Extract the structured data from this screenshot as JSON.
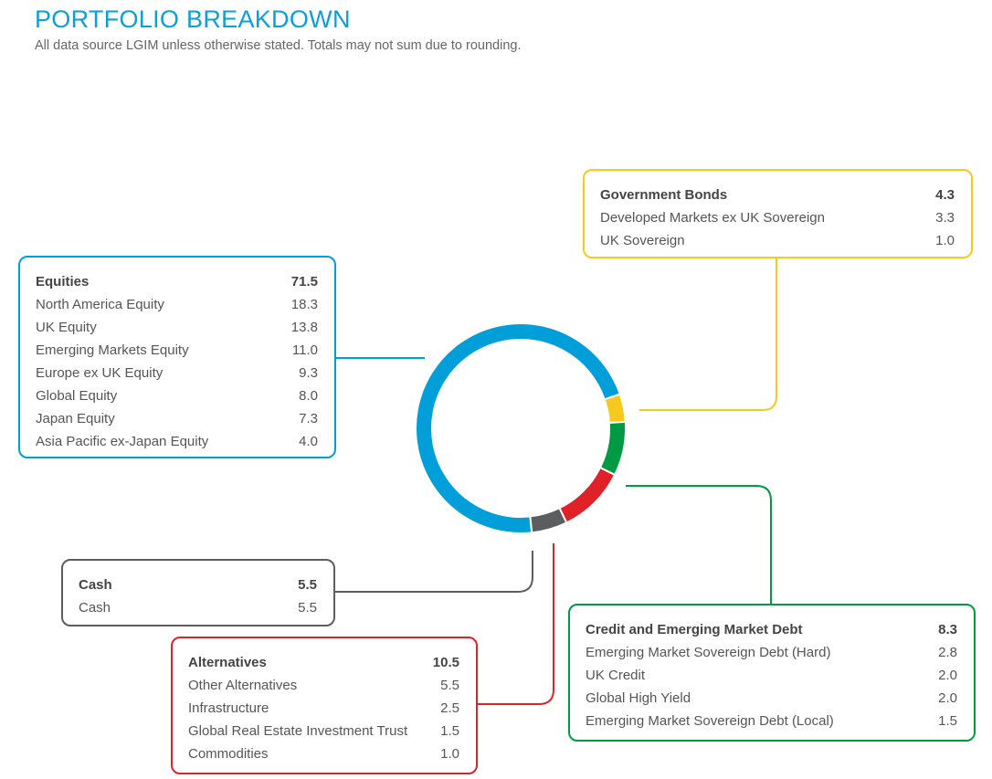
{
  "header": {
    "title": "PORTFOLIO BREAKDOWN",
    "subtitle": "All data source LGIM unless otherwise stated. Totals may not sum due to rounding."
  },
  "chart_data": {
    "type": "pie",
    "donut": true,
    "slices": [
      {
        "name": "Equities",
        "value": 71.5,
        "color": "#009fda"
      },
      {
        "name": "Government Bonds",
        "value": 4.3,
        "color": "#f7c91f"
      },
      {
        "name": "Credit and Emerging Market Debt",
        "value": 8.3,
        "color": "#009a44"
      },
      {
        "name": "Alternatives",
        "value": 10.5,
        "color": "#e02228"
      },
      {
        "name": "Cash",
        "value": 5.5,
        "color": "#5b5d5e"
      }
    ]
  },
  "boxes": {
    "equities": {
      "title": "Equities",
      "total": "71.5",
      "color": "#009fda",
      "items": [
        {
          "label": "North America Equity",
          "value": "18.3"
        },
        {
          "label": "UK Equity",
          "value": "13.8"
        },
        {
          "label": "Emerging Markets Equity",
          "value": "11.0"
        },
        {
          "label": "Europe ex UK Equity",
          "value": "9.3"
        },
        {
          "label": "Global Equity",
          "value": "8.0"
        },
        {
          "label": "Japan Equity",
          "value": "7.3"
        },
        {
          "label": "Asia Pacific ex-Japan Equity",
          "value": "4.0"
        }
      ]
    },
    "government_bonds": {
      "title": "Government Bonds",
      "total": "4.3",
      "color": "#f7c91f",
      "items": [
        {
          "label": "Developed Markets ex UK Sovereign",
          "value": "3.3"
        },
        {
          "label": "UK Sovereign",
          "value": "1.0"
        }
      ]
    },
    "cash": {
      "title": "Cash",
      "total": "5.5",
      "color": "#5b5d5e",
      "items": [
        {
          "label": "Cash",
          "value": "5.5"
        }
      ]
    },
    "alternatives": {
      "title": "Alternatives",
      "total": "10.5",
      "color": "#e02228",
      "items": [
        {
          "label": "Other Alternatives",
          "value": "5.5"
        },
        {
          "label": "Infrastructure",
          "value": "2.5"
        },
        {
          "label": "Global Real Estate Investment Trust",
          "value": "1.5"
        },
        {
          "label": "Commodities",
          "value": "1.0"
        }
      ]
    },
    "credit_emd": {
      "title": "Credit and Emerging Market Debt",
      "total": "8.3",
      "color": "#009a44",
      "items": [
        {
          "label": "Emerging Market Sovereign Debt (Hard)",
          "value": "2.8"
        },
        {
          "label": "UK Credit",
          "value": "2.0"
        },
        {
          "label": "Global High Yield",
          "value": "2.0"
        },
        {
          "label": "Emerging Market Sovereign Debt (Local)",
          "value": "1.5"
        }
      ]
    }
  }
}
